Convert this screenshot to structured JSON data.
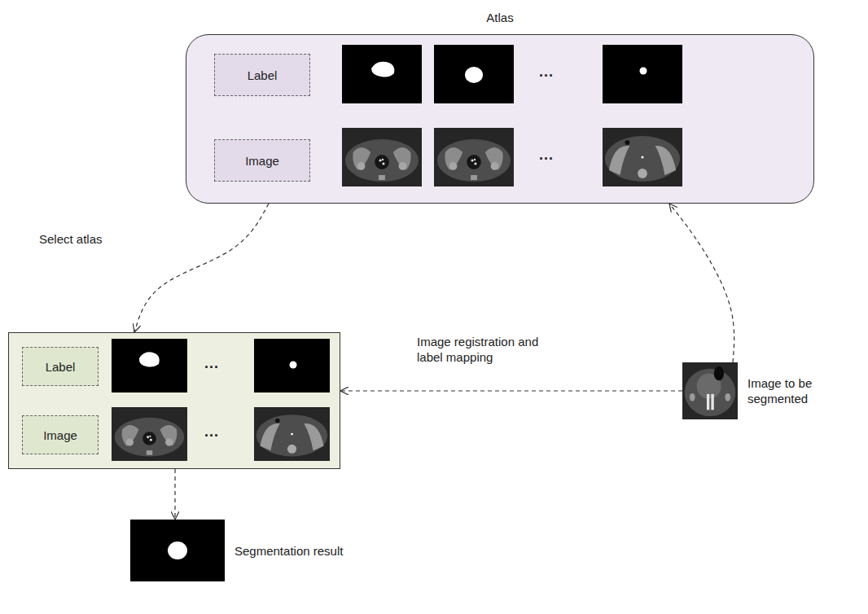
{
  "diagram": {
    "nodes": [
      {
        "text": [
          "Atlas"
        ]
      },
      {
        "text": [
          "Label"
        ],
        "in": 0
      },
      {
        "text": [
          "Image"
        ],
        "in": 0
      },
      {
        "text": []
      },
      {
        "text": [
          "Label"
        ],
        "in": 3
      },
      {
        "text": [
          "Image"
        ],
        "in": 3
      },
      {
        "text": [
          "Image to be segmented"
        ]
      },
      {
        "text": [
          "Segmentation result"
        ]
      }
    ],
    "edges": [
      {
        "from": 0,
        "to": 3,
        "label": "Select atlas",
        "arrow": "to"
      },
      {
        "from": 6,
        "to": 0,
        "arrow": "to"
      },
      {
        "from": 6,
        "to": 3,
        "label": "Image registration and label mapping",
        "arrow": "to"
      },
      {
        "from": 3,
        "to": 7,
        "arrow": "to"
      }
    ],
    "labels": [
      "...",
      "...",
      "...",
      "..."
    ]
  }
}
